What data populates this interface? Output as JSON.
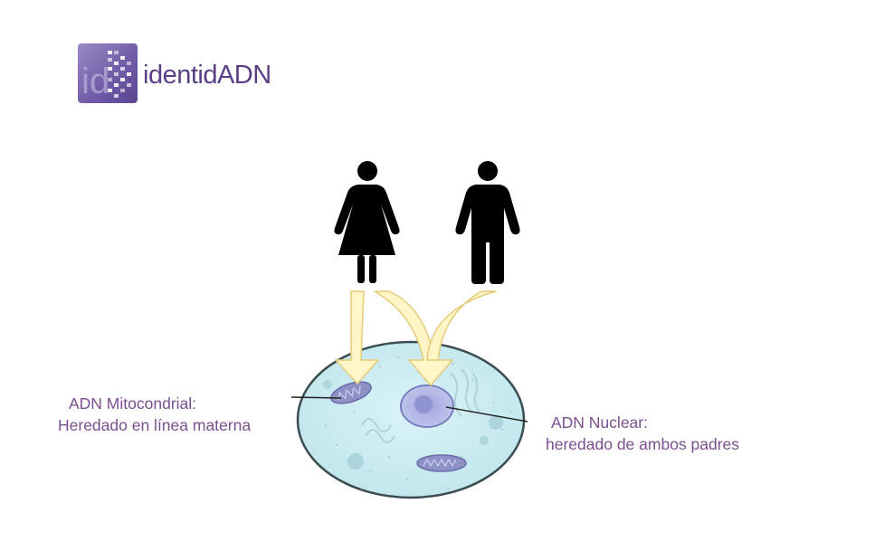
{
  "logo": {
    "mark_text": "id",
    "wordmark": "identidADN",
    "brand_color": "#5b3f86",
    "mark_color": "#7a68b0"
  },
  "figures": {
    "mother_icon": "woman-silhouette-icon",
    "father_icon": "man-silhouette-icon"
  },
  "labels": {
    "mitochondrial": {
      "line1": "ADN Mitocondrial:",
      "line2": "Heredado en línea materna"
    },
    "nuclear": {
      "line1": "ADN Nuclear:",
      "line2": "heredado de ambos padres"
    }
  },
  "colors": {
    "label_text": "#7b4f8f",
    "arrow_fill": "#fff6c8",
    "arrow_stroke": "#e8cf7a",
    "cell_fill": "#cdeef3",
    "cell_stroke": "#3d4f55",
    "nucleus_fill": "#b9bfe6",
    "mitochondria_fill": "#8f93c6"
  }
}
